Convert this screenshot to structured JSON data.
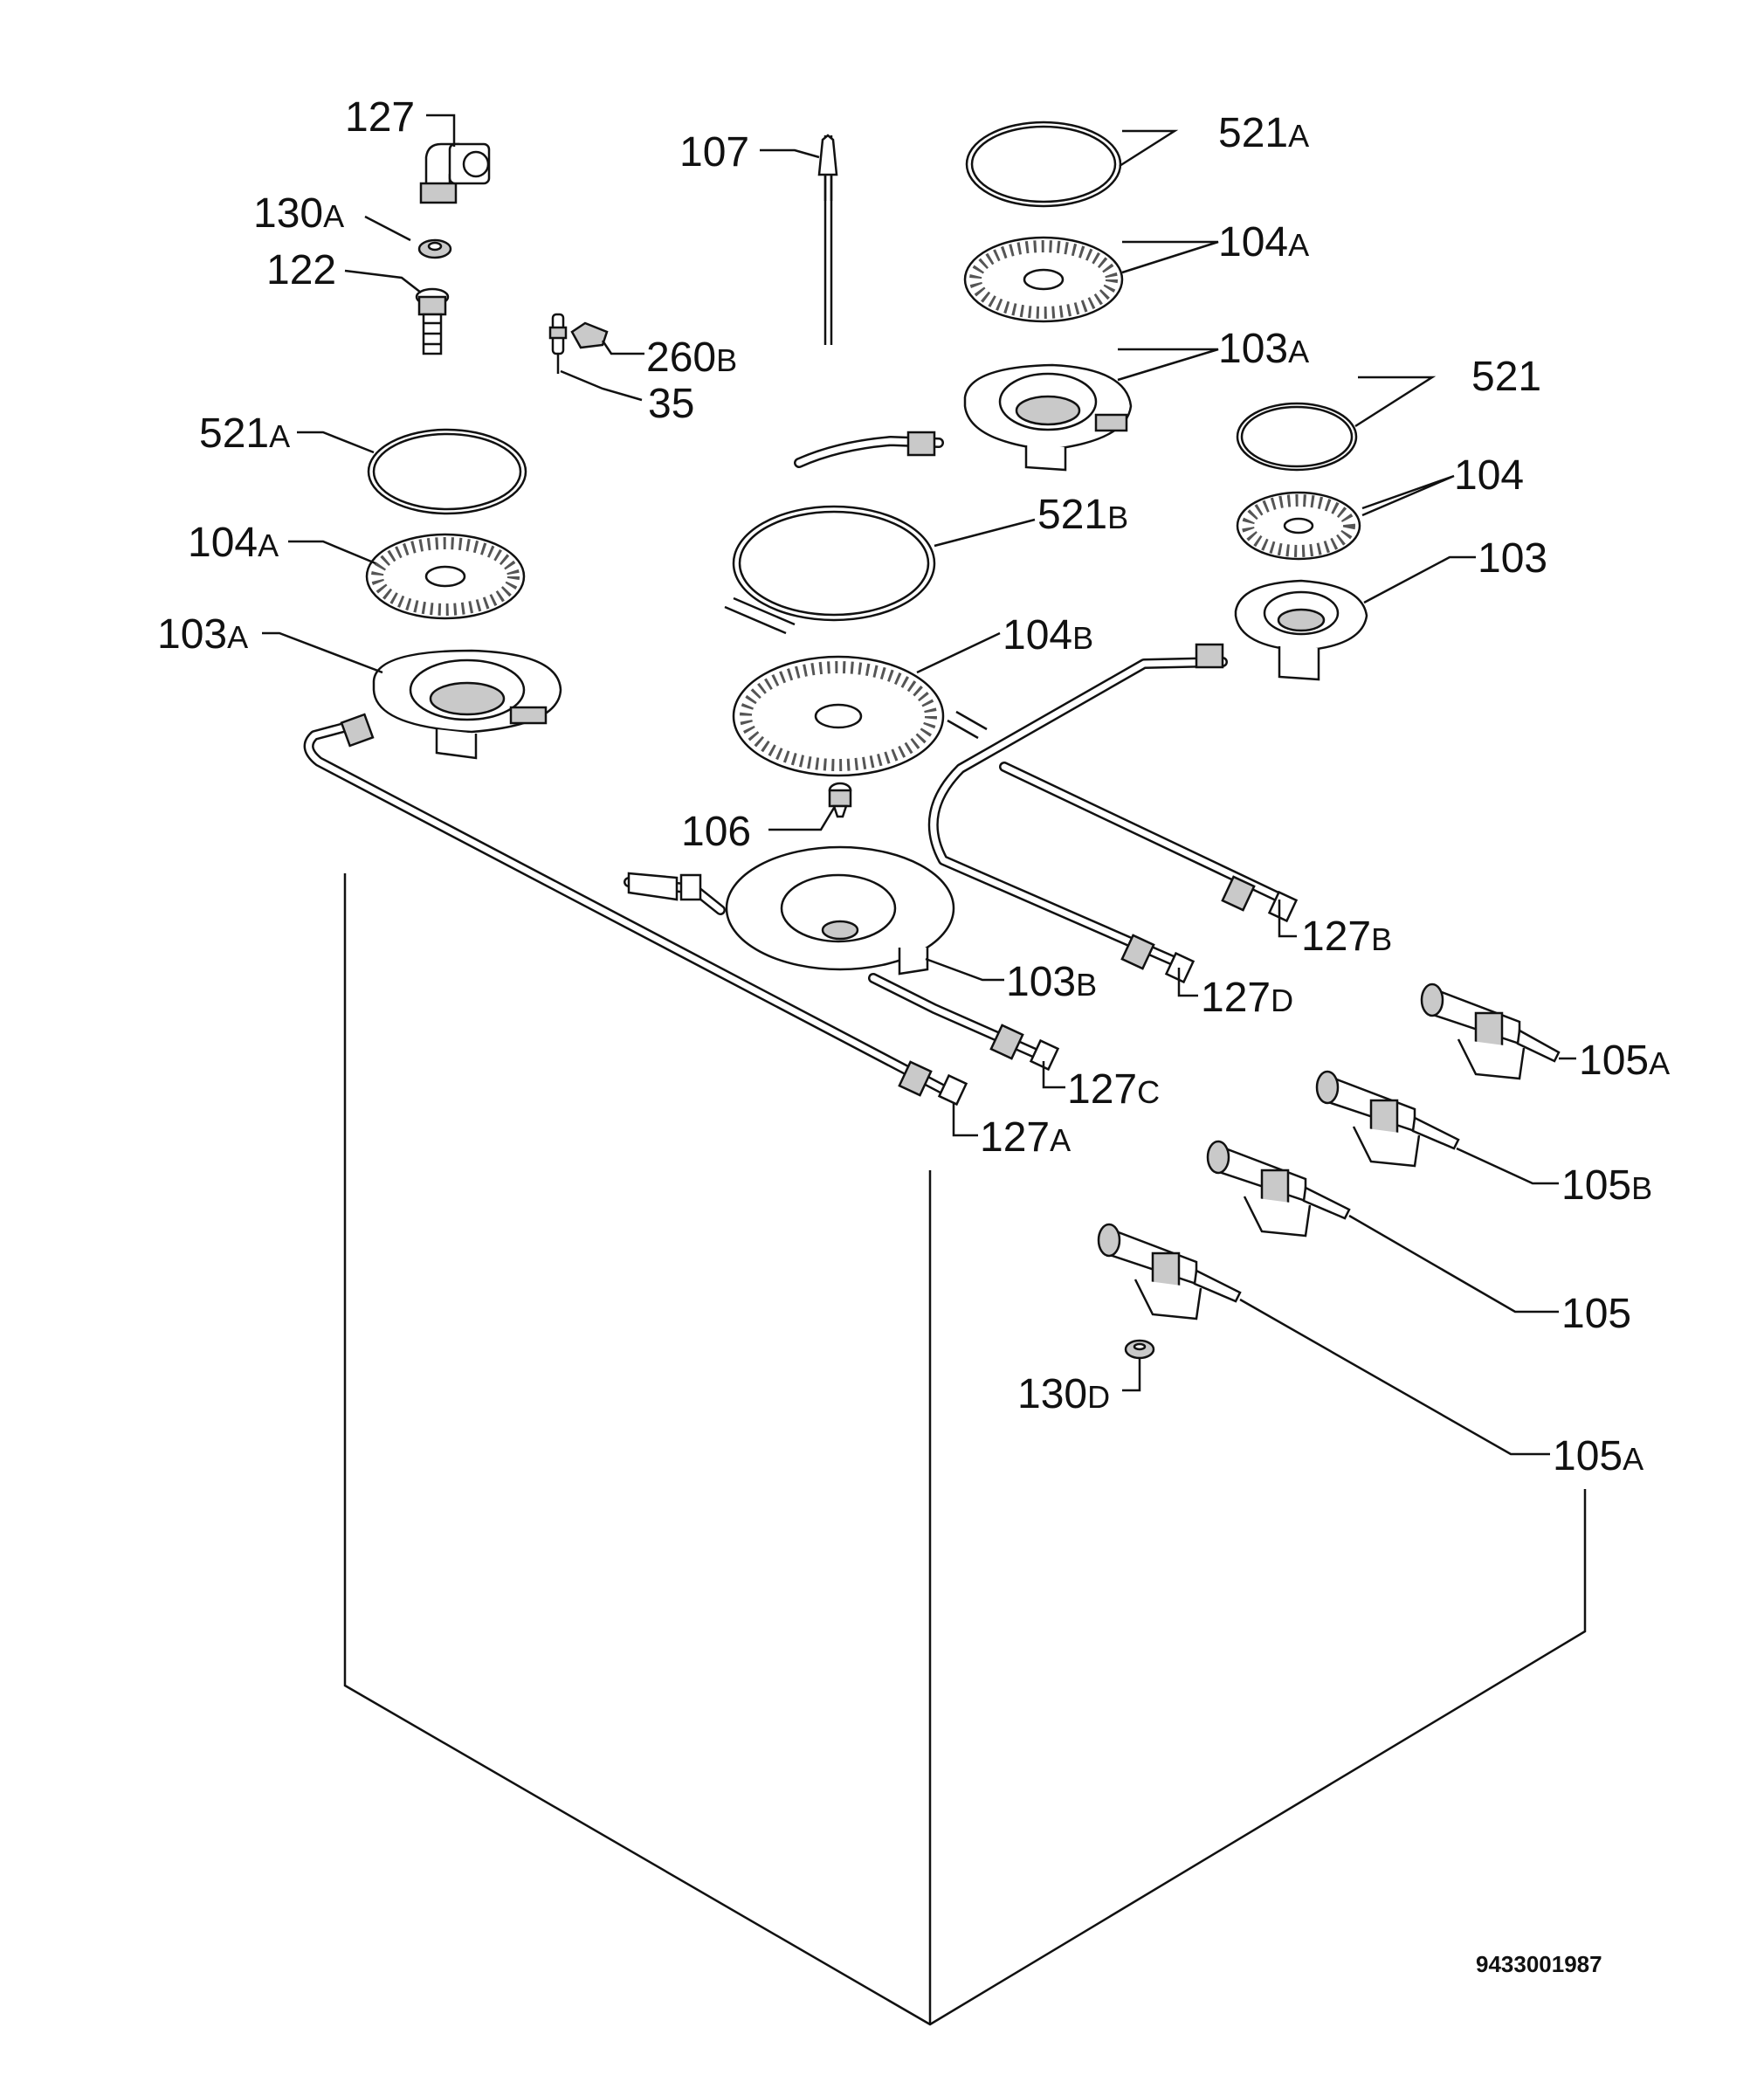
{
  "diagram_code": "9433001987",
  "callouts": [
    {
      "num": "127",
      "suf": ""
    },
    {
      "num": "130",
      "suf": "A"
    },
    {
      "num": "122",
      "suf": ""
    },
    {
      "num": "107",
      "suf": ""
    },
    {
      "num": "260",
      "suf": "B"
    },
    {
      "num": "35",
      "suf": ""
    },
    {
      "num": "521",
      "suf": "A"
    },
    {
      "num": "104",
      "suf": "A"
    },
    {
      "num": "103",
      "suf": "A"
    },
    {
      "num": "521",
      "suf": ""
    },
    {
      "num": "104",
      "suf": ""
    },
    {
      "num": "103",
      "suf": ""
    },
    {
      "num": "521",
      "suf": "A"
    },
    {
      "num": "104",
      "suf": "A"
    },
    {
      "num": "103",
      "suf": "A"
    },
    {
      "num": "521",
      "suf": "B"
    },
    {
      "num": "104",
      "suf": "B"
    },
    {
      "num": "106",
      "suf": ""
    },
    {
      "num": "103",
      "suf": "B"
    },
    {
      "num": "127",
      "suf": "B"
    },
    {
      "num": "127",
      "suf": "D"
    },
    {
      "num": "127",
      "suf": "C"
    },
    {
      "num": "127",
      "suf": "A"
    },
    {
      "num": "105",
      "suf": "A"
    },
    {
      "num": "105",
      "suf": "B"
    },
    {
      "num": "105",
      "suf": ""
    },
    {
      "num": "130",
      "suf": "D"
    },
    {
      "num": "105",
      "suf": "A"
    }
  ]
}
